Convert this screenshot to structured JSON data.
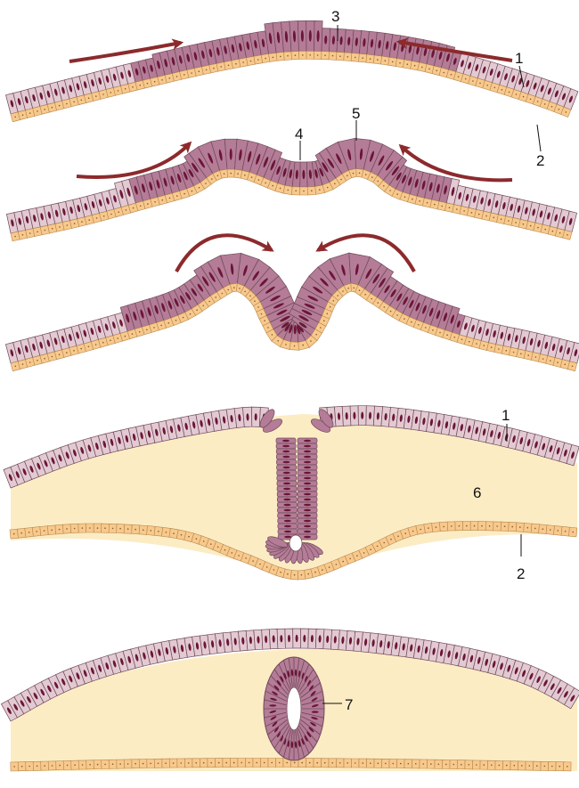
{
  "colors": {
    "ectoderm_fill": "#e3cad2",
    "plate_fill": "#b47c97",
    "endoderm_fill": "#f8c98d",
    "cell_outline": "#6e4a58",
    "endo_outline": "#b8894e",
    "nucleus": "#6b1537",
    "mesenchyme": "#fcecc4",
    "arrow": "#8c2a2c",
    "text": "#111111"
  },
  "stages": [
    {
      "labels": [
        {
          "text": "3",
          "target": "neural-plate-center"
        },
        {
          "text": "1",
          "target": "surface-ectoderm"
        },
        {
          "text": "2",
          "target": "endoderm-layer"
        }
      ]
    },
    {
      "labels": [
        {
          "text": "4",
          "target": "neural-groove"
        },
        {
          "text": "5",
          "target": "neural-fold"
        }
      ]
    },
    {
      "labels": []
    },
    {
      "labels": [
        {
          "text": "1",
          "target": "surface-ectoderm"
        },
        {
          "text": "6",
          "target": "mesenchyme"
        },
        {
          "text": "2",
          "target": "endoderm-layer"
        }
      ]
    },
    {
      "labels": [
        {
          "text": "7",
          "target": "neural-tube"
        }
      ]
    }
  ]
}
